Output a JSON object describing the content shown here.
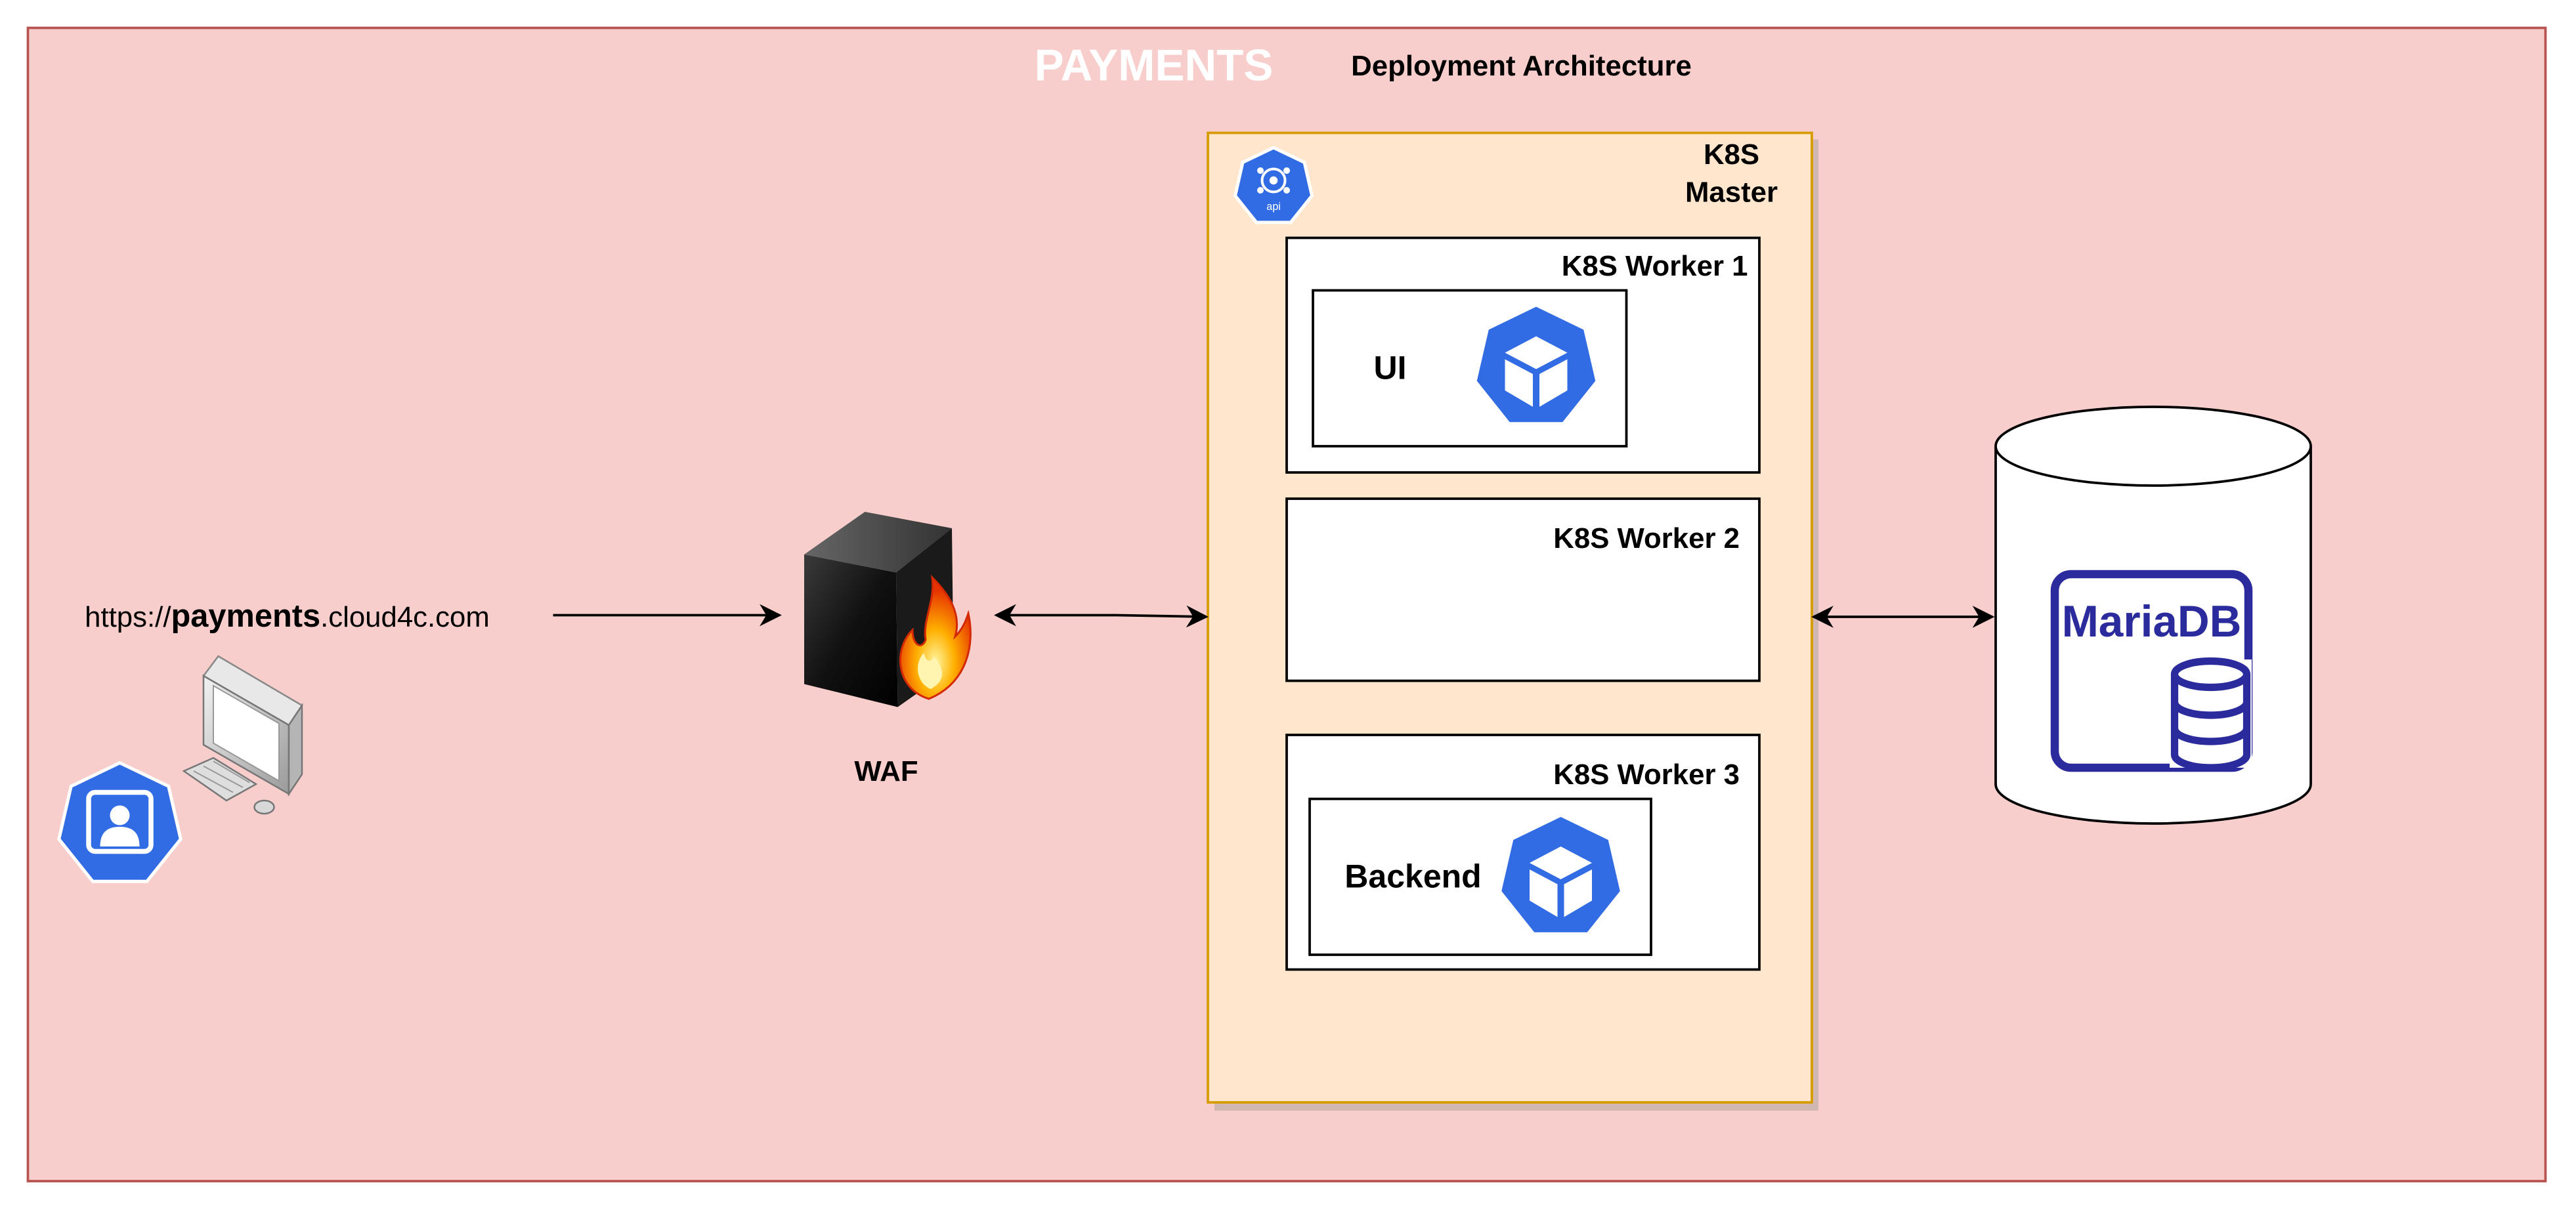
{
  "title": {
    "main": "PAYMENTS",
    "sub": "Deployment Architecture"
  },
  "client": {
    "url_prefix": "https://",
    "url_bold": "payments",
    "url_suffix": ".cloud4c.com",
    "icons": [
      "user-icon",
      "computer-icon"
    ]
  },
  "waf": {
    "label": "WAF",
    "icon": "firewall-icon"
  },
  "master": {
    "label_line1": "K8S",
    "label_line2": "Master",
    "icon": "kubernetes-api-icon",
    "icon_text": "api"
  },
  "workers": [
    {
      "label": "K8S Worker 1",
      "pod": {
        "label": "UI",
        "icon": "kubernetes-pod-icon"
      }
    },
    {
      "label": "K8S Worker 2"
    },
    {
      "label": "K8S Worker 3",
      "pod": {
        "label": "Backend",
        "icon": "kubernetes-pod-icon"
      }
    }
  ],
  "database": {
    "label": "MariaDB",
    "icon": "database-icon"
  },
  "colors": {
    "outer_fill": "#f8cecc",
    "outer_stroke": "#b85450",
    "master_fill": "#ffe6cc",
    "master_stroke": "#d79b00",
    "k8s_blue": "#326ce5",
    "mariadb_navy": "#2b2b9e",
    "title_white": "#ffffff"
  }
}
